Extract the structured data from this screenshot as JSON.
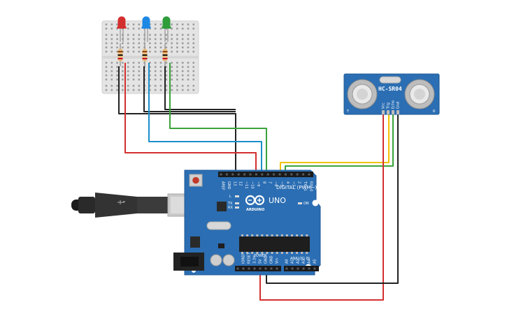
{
  "arduino": {
    "uno_label": "UNO",
    "brand_label": "ARDUINO",
    "digital_label": "DIGITAL (PWM~)",
    "power_label": "POWER",
    "analog_label": "ANALOG IN",
    "on_label": "ON",
    "tx_label": "TX",
    "rx_label": "RX",
    "l_label": "L",
    "digital_pins": [
      "AREF",
      "GND",
      "13",
      "12",
      "~11",
      "~10",
      "~9",
      "8",
      "7",
      "~6",
      "~5",
      "4",
      "~3",
      "2",
      "TX→1",
      "RX←0"
    ],
    "power_pins": [
      "IOREF",
      "RESET",
      "3.3V",
      "5V",
      "GND",
      "GND",
      "Vin"
    ],
    "analog_pins": [
      "A0",
      "A1",
      "A2",
      "A3",
      "A4",
      "A5"
    ]
  },
  "sensor": {
    "model": "HC-SR04",
    "pin_labels": [
      "Vcc",
      "Trig",
      "Echo",
      "Gnd"
    ],
    "left_mark": "T",
    "right_mark": "R"
  },
  "leds": [
    {
      "color_name": "red",
      "color": "#d32f2f"
    },
    {
      "color_name": "blue",
      "color": "#1e88e5"
    },
    {
      "color_name": "green",
      "color": "#2e9d3a"
    }
  ],
  "wires": {
    "red": "#d32f2f",
    "blue": "#1a8fc9",
    "green": "#3aa33a",
    "black": "#222222",
    "yellow": "#f2c200"
  },
  "board_color": "#2b6eb3"
}
